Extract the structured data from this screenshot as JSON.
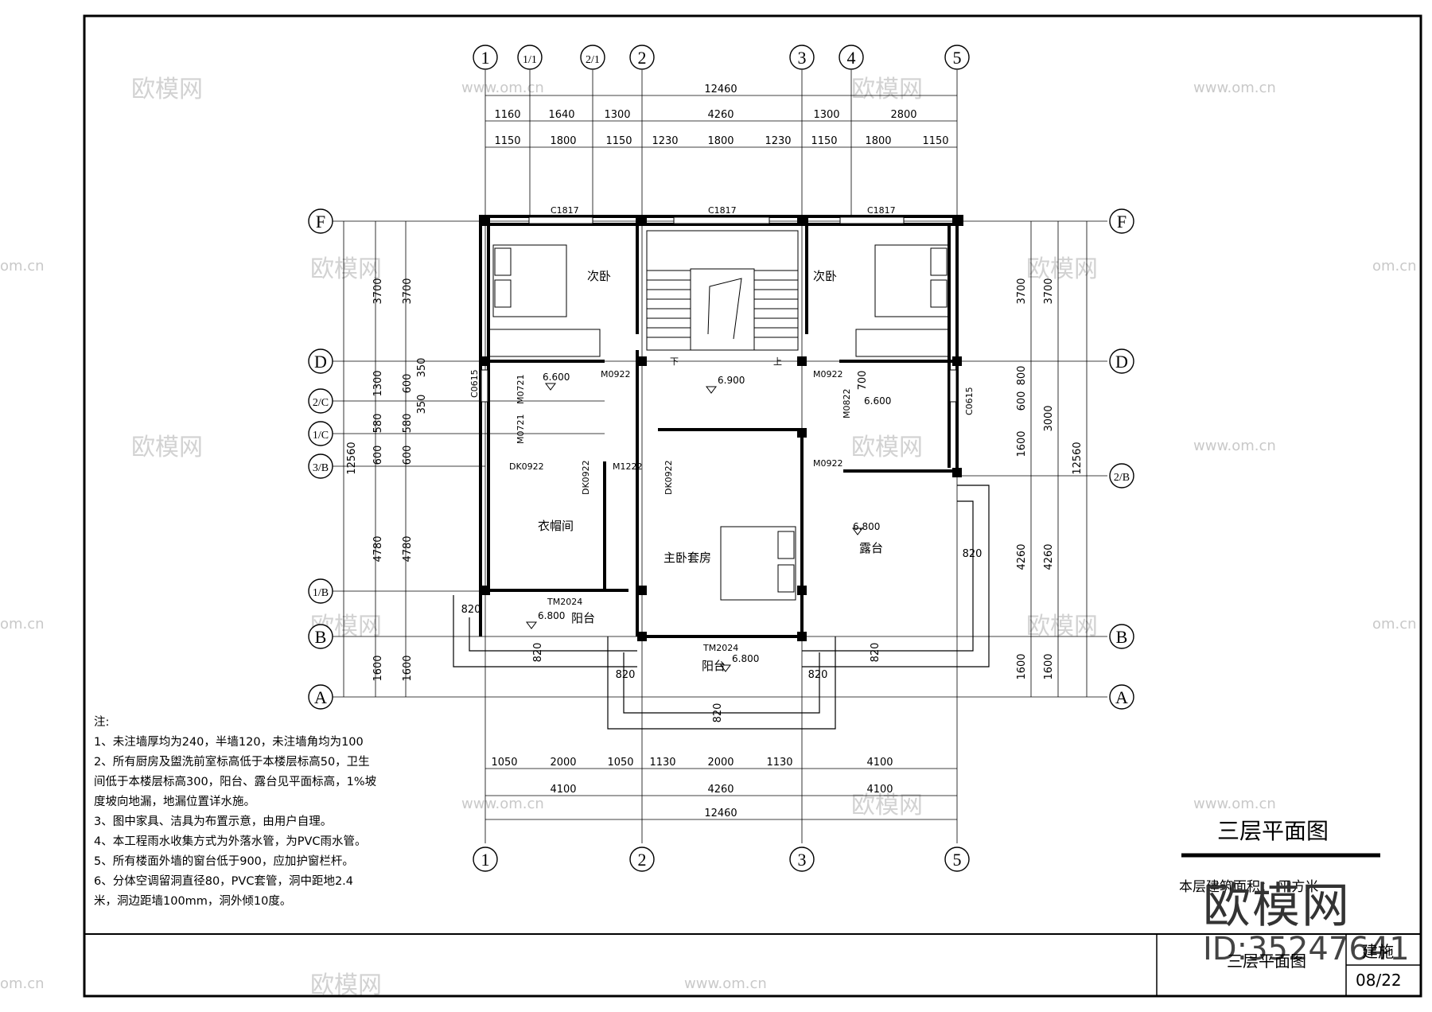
{
  "sheet": {
    "title": "三层平面图",
    "area_note": "本层建筑面积：      平方米",
    "titleblock_name": "三层平面图",
    "titleblock_code": "建施",
    "titleblock_sheet": "08/22"
  },
  "watermark": {
    "brand": "欧模网",
    "url": "www.om.cn",
    "url_short": "om.cn",
    "stamp_brand": "欧模网",
    "stamp_id": "ID:35247641"
  },
  "axes": {
    "top": [
      "1",
      "1/1",
      "2/1",
      "2",
      "3",
      "4",
      "5"
    ],
    "bottom": [
      "1",
      "2",
      "3",
      "5"
    ],
    "left": [
      "F",
      "D",
      "2/C",
      "1/C",
      "3/B",
      "1/B",
      "B",
      "A"
    ],
    "right": [
      "F",
      "D",
      "2/B",
      "B",
      "A"
    ]
  },
  "dims": {
    "top_total": "12460",
    "top_row1": [
      "1160",
      "1640",
      "1300",
      "4260",
      "1300",
      "2800"
    ],
    "top_row2": [
      "1150",
      "1800",
      "1150",
      "1230",
      "1800",
      "1230",
      "1150",
      "1800",
      "1150"
    ],
    "bottom_row1": [
      "1050",
      "2000",
      "1050",
      "1130",
      "2000",
      "1130",
      "4100"
    ],
    "bottom_row2": [
      "4100",
      "4260",
      "4100"
    ],
    "bottom_total": "12460",
    "left_outer": [
      "3700",
      "1300",
      "580",
      "600",
      "4780",
      "1600"
    ],
    "left_inner": [
      "3700",
      "600",
      "580",
      "600",
      "4780",
      "1600"
    ],
    "left_small": [
      "350",
      "350"
    ],
    "left_total": "12560",
    "right_inner": [
      "3700",
      "800",
      "600",
      "1600",
      "4260",
      "1600"
    ],
    "right_outer": [
      "3700",
      "3000",
      "4260",
      "1600"
    ],
    "right_total": "12560",
    "misc": [
      "820",
      "820",
      "820",
      "820",
      "820",
      "820",
      "820",
      "700"
    ]
  },
  "rooms": {
    "bedroom_left": "次卧",
    "bedroom_right": "次卧",
    "closet": "衣帽间",
    "master": "主卧套房",
    "terrace": "露台",
    "balcony_left": "阳台",
    "balcony_center": "阳台"
  },
  "codes": {
    "c1817_a": "C1817",
    "c1817_b": "C1817",
    "c1817_c": "C1817",
    "m0922_a": "M0922",
    "m0922_b": "M0922",
    "m0922_c": "M0922",
    "c0615_a": "C0615",
    "c0615_b": "C0615",
    "m0721_a": "M0721",
    "m0721_b": "M0721",
    "m0822": "M0822",
    "dk_a": "DK0922",
    "dk_b": "DK0922",
    "dk_c": "DK0922",
    "m1222": "M1222",
    "tm_a": "TM2024",
    "tm_b": "TM2024"
  },
  "elevations": {
    "stair": "6.900",
    "bath_left": "6.600",
    "bath_right": "6.600",
    "terrace": "6.800",
    "balcony_left": "6.800",
    "balcony_center": "6.800"
  },
  "stair_marks": {
    "down": "下",
    "up": "上"
  },
  "notes": {
    "heading": "注:",
    "items": [
      "1、未注墙厚均为240，半墙120，未注墙角均为100",
      "2、所有厨房及盥洗前室标高低于本楼层标高50，卫生",
      "间低于本楼层标高300，阳台、露台见平面标高，1%坡",
      "度坡向地漏，地漏位置详水施。",
      "3、图中家具、洁具为布置示意，由用户自理。",
      "4、本工程雨水收集方式为外落水管，为PVC雨水管。",
      "5、所有楼面外墙的窗台低于900，应加护窗栏杆。",
      "6、分体空调留洞直径80，PVC套管，洞中距地2.4",
      "米，洞边距墙100mm，洞外倾10度。"
    ]
  }
}
